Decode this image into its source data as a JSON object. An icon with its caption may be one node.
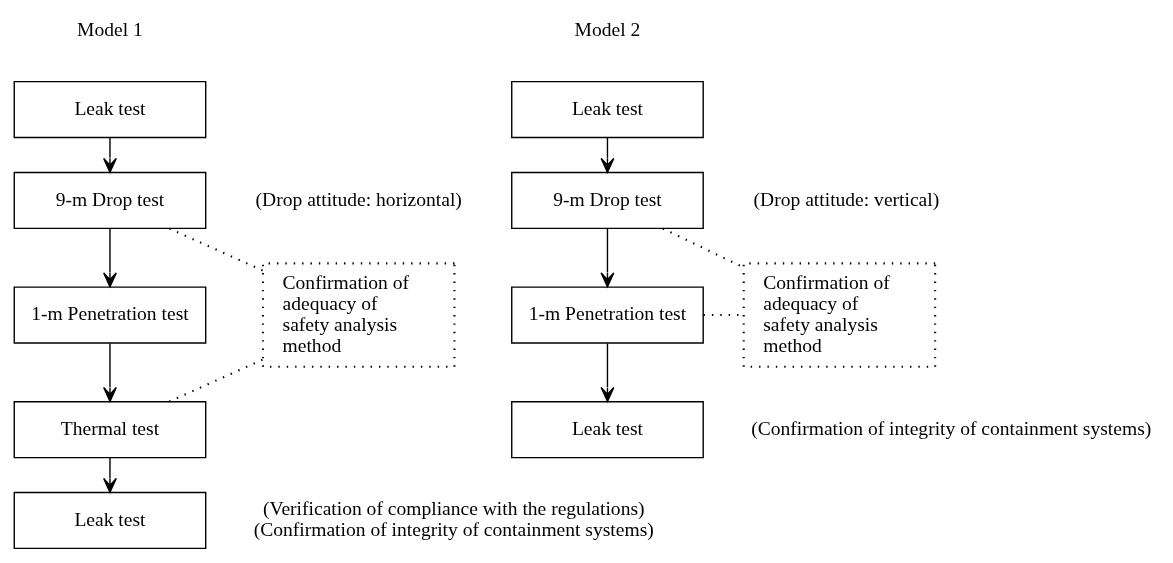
{
  "diagram": {
    "nodes": [
      {
        "text": [
          "Leak test"
        ]
      },
      {
        "text": [
          "9-m Drop test"
        ],
        "beside": [
          "(Drop attitude: horizontal)"
        ]
      },
      {
        "text": [
          "1-m Penetration test"
        ]
      },
      {
        "text": [
          "Thermal test"
        ]
      },
      {
        "text": [
          "Leak test"
        ],
        "beside": [
          "(Verification of compliance with the regulations)",
          "(Confirmation of integrity of containment systems)"
        ]
      },
      {
        "text": [
          "Confirmation of adequacy of safety analysis method"
        ]
      },
      {
        "text": [
          "Leak test"
        ]
      },
      {
        "text": [
          "9-m Drop test"
        ],
        "beside": [
          "(Drop attitude: vertical)"
        ]
      },
      {
        "text": [
          "1-m Penetration test"
        ]
      },
      {
        "text": [
          "Leak test"
        ],
        "beside": [
          "(Confirmation of integrity of containment systems)"
        ]
      },
      {
        "text": [
          "Confirmation of adequacy of safety analysis method"
        ]
      }
    ],
    "edges": [
      {
        "from": 0,
        "to": 1,
        "arrow": "to"
      },
      {
        "from": 1,
        "to": 2,
        "arrow": "to"
      },
      {
        "from": 2,
        "to": 3,
        "arrow": "to"
      },
      {
        "from": 3,
        "to": 4,
        "arrow": "to"
      },
      {
        "from": 1,
        "to": 5,
        "arrow": "none",
        "style": "dashed"
      },
      {
        "from": 3,
        "to": 5,
        "arrow": "none",
        "style": "dashed"
      },
      {
        "from": 6,
        "to": 7,
        "arrow": "to"
      },
      {
        "from": 7,
        "to": 8,
        "arrow": "to"
      },
      {
        "from": 8,
        "to": 9,
        "arrow": "to"
      },
      {
        "from": 7,
        "to": 10,
        "arrow": "none",
        "style": "dashed"
      },
      {
        "from": 8,
        "to": 10,
        "arrow": "none",
        "style": "dashed"
      }
    ],
    "labels": [
      "Model 1",
      "Model 2"
    ]
  }
}
